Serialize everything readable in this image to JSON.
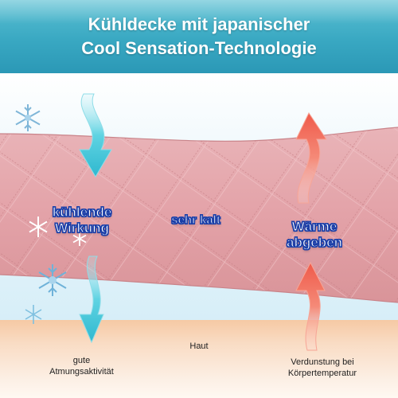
{
  "header": {
    "title_line1": "Kühldecke mit japanischer",
    "title_line2": "Cool Sensation-Technologie"
  },
  "labels": {
    "cooling_effect_line1": "kühlende",
    "cooling_effect_line2": "Wirkung",
    "very_cold": "sehr kalt",
    "release_heat_line1": "Wärme",
    "release_heat_line2": "abgeben",
    "skin": "Haut",
    "breathability_line1": "gute",
    "breathability_line2": "Atmungsaktivität",
    "evaporation_line1": "Verdunstung bei",
    "evaporation_line2": "Körpertemperatur"
  },
  "icons": {
    "snowflake": "snowflake-icon",
    "cool_arrow": "arrow-down-icon",
    "warm_arrow": "arrow-up-icon"
  },
  "colors": {
    "banner": "#39a8c2",
    "fabric": "#e4a6ab",
    "cool_arrow": "#41c5d8",
    "warm_arrow": "#f16a5a",
    "label_outline": "#1b3fa8",
    "skin": "#f6c9a4"
  }
}
